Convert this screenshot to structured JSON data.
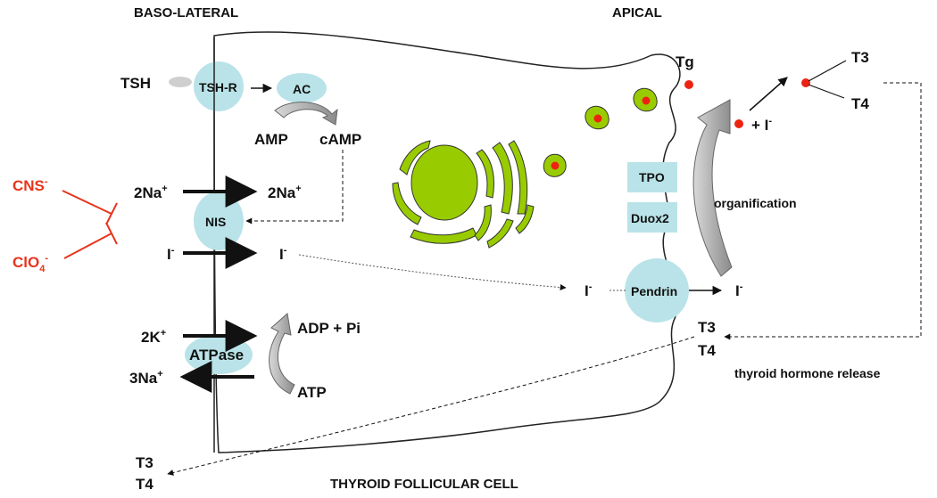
{
  "headers": {
    "basolateral": "BASO-LATERAL",
    "apical": "APICAL",
    "cell": "THYROID FOLLICULAR CELL"
  },
  "inhibitors": {
    "cns": "CNS",
    "cns_sup": "-",
    "clo4": "ClO",
    "clo4_sub": "4",
    "clo4_sup": "-"
  },
  "receptor": {
    "tsh": "TSH",
    "tshr": "TSH-R",
    "ac": "AC",
    "amp": "AMP",
    "camp": "cAMP"
  },
  "transport": {
    "na_in": "2Na",
    "na_in_sup": "+",
    "na_out": "2Na",
    "na_out_sup": "+",
    "nis": "NIS",
    "iodide_in": "I",
    "iodide_in_sup": "-",
    "iodide_mid": "I",
    "iodide_mid_sup": "-"
  },
  "pump": {
    "k_in": "2K",
    "k_in_sup": "+",
    "na_out": "3Na",
    "na_out_sup": "+",
    "atpase": "ATPase",
    "adp": "ADP + Pi",
    "atp": "ATP"
  },
  "apical": {
    "iodide_cyto": "I",
    "iodide_cyto_sup": "-",
    "pendrin": "Pendrin",
    "iodide_lumen": "I",
    "iodide_lumen_sup": "-",
    "tpo": "TPO",
    "duox2": "Duox2",
    "organification": "organification",
    "plus_iodide": "+ I",
    "plus_iodide_sup": "-",
    "tg": "Tg",
    "t3": "T3",
    "t4": "T4",
    "release_t3": "T3",
    "release_t4": "T4",
    "release_label": "thyroid hormone release"
  },
  "output": {
    "t3": "T3",
    "t4": "T4"
  },
  "colors": {
    "membrane_protein": "#b9e3e8",
    "organelle": "#99cc00",
    "iodine_dot": "#ee2211",
    "inhibitor": "#e8341c",
    "curved_arrow": "#a8a8a8"
  }
}
